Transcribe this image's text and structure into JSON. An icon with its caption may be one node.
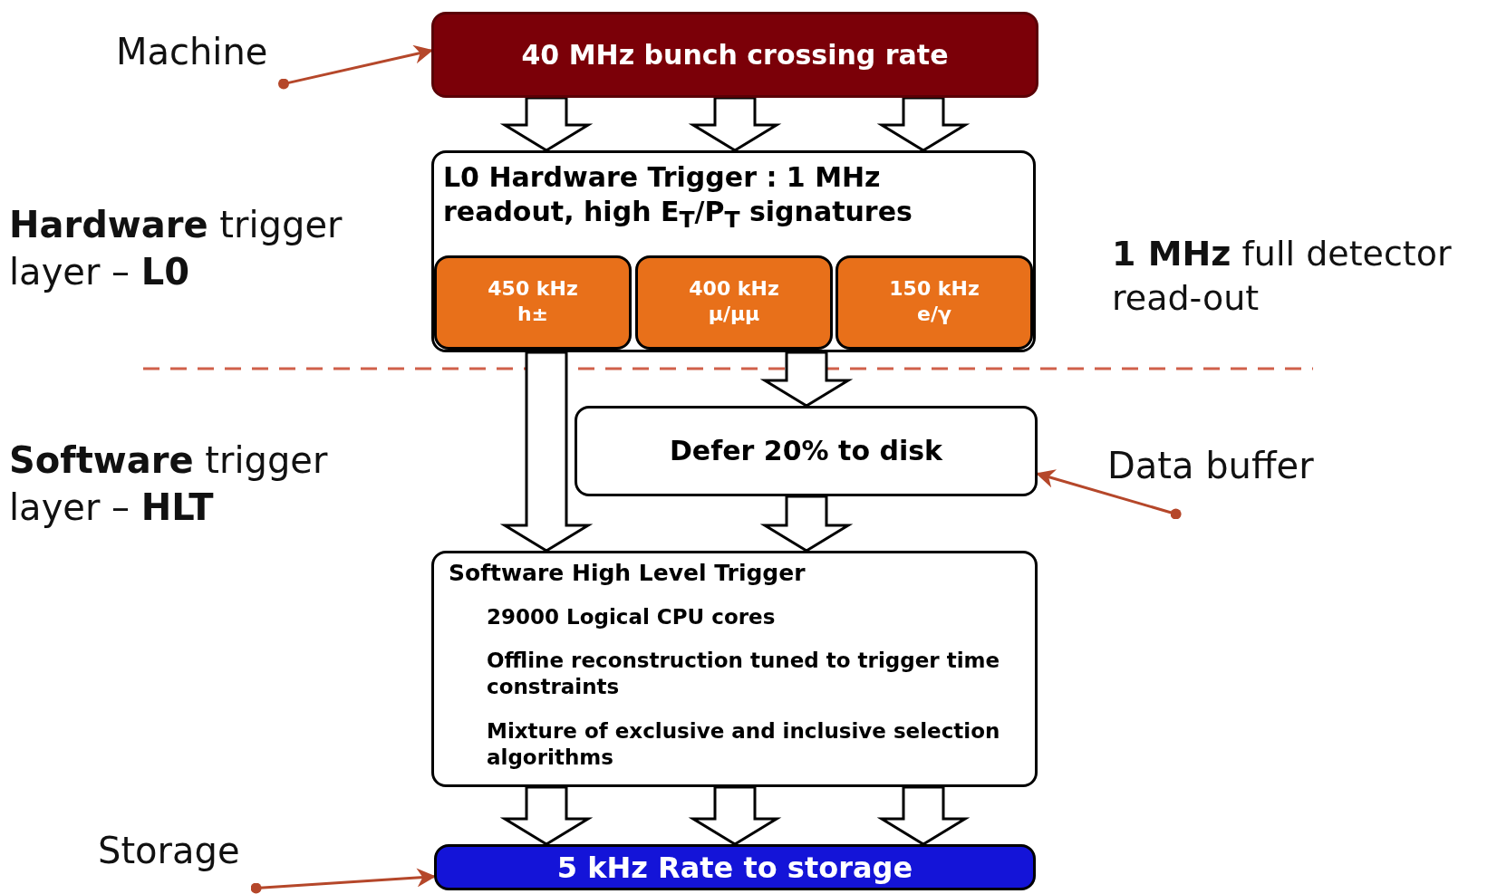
{
  "diagram": {
    "nodes": [
      {
        "text": [
          "Machine"
        ]
      },
      {
        "text": [
          "40 MHz bunch crossing rate"
        ]
      },
      {
        "text": [
          "L0 Hardware Trigger : 1 MHz readout, high E$_{T}$/P$_{T}$ signatures"
        ]
      },
      {
        "text": [
          "450 kHz h±"
        ],
        "in": 2
      },
      {
        "text": [
          "400 kHz μ/μμ"
        ],
        "in": 2
      },
      {
        "text": [
          "150 kHz e/γ"
        ],
        "in": 2
      },
      {
        "text": [
          "Defer 20% to disk"
        ]
      },
      {
        "text": [
          "Data buffer"
        ]
      },
      {
        "text": [
          "Software High Level Trigger",
          "29000 Logical CPU cores",
          "Offline reconstruction tuned to trigger time constraints",
          "Mixture of exclusive and inclusive selection algorithms"
        ]
      },
      {
        "text": [
          "5 kHz Rate to storage"
        ]
      },
      {
        "text": [
          "Storage"
        ]
      }
    ],
    "edges": [
      {
        "from": 0,
        "to": 1,
        "arrow": "to",
        "color": "#b5472a"
      },
      {
        "from": 1,
        "to": 2,
        "arrow": "to"
      },
      {
        "from": 1,
        "to": 2,
        "arrow": "to"
      },
      {
        "from": 1,
        "to": 2,
        "arrow": "to"
      },
      {
        "from": 2,
        "to": 6,
        "arrow": "to"
      },
      {
        "from": 2,
        "to": 8,
        "arrow": "to"
      },
      {
        "from": 6,
        "to": 8,
        "arrow": "to"
      },
      {
        "from": 7,
        "to": 6,
        "arrow": "to",
        "color": "#b5472a"
      },
      {
        "from": 8,
        "to": 9,
        "arrow": "to"
      },
      {
        "from": 8,
        "to": 9,
        "arrow": "to"
      },
      {
        "from": 8,
        "to": 9,
        "arrow": "to"
      },
      {
        "from": 10,
        "to": 9,
        "arrow": "to",
        "color": "#b5472a"
      }
    ],
    "labels": [
      "**Hardware** trigger layer – **L0**",
      "**1 MHz** full detector read-out",
      "**Software** trigger layer – **HLT**"
    ]
  }
}
